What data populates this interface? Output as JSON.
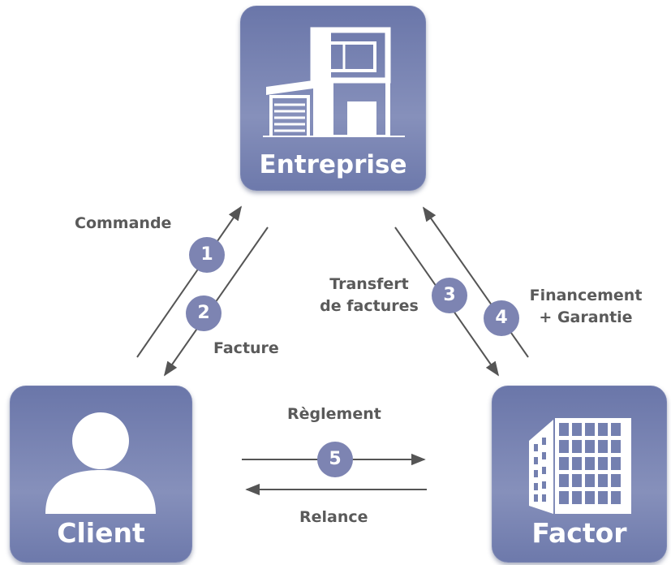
{
  "nodes": {
    "entreprise": {
      "label": "Entreprise",
      "icon": "modern-house-icon"
    },
    "client": {
      "label": "Client",
      "icon": "person-icon"
    },
    "factor": {
      "label": "Factor",
      "icon": "office-building-icon"
    }
  },
  "flows": {
    "commande": {
      "label": "Commande",
      "step": "1"
    },
    "facture": {
      "label": "Facture",
      "step": "2"
    },
    "transfert": {
      "label_line1": "Transfert",
      "label_line2": "de factures",
      "step": "3"
    },
    "financement": {
      "label_line1": "Financement",
      "label_line2": "+ Garantie",
      "step": "4"
    },
    "reglement": {
      "label": "Règlement",
      "step": "5"
    },
    "relance": {
      "label": "Relance"
    }
  },
  "colors": {
    "node_fill": "#7480b0",
    "badge_fill": "#7d84b2",
    "arrow": "#555555",
    "label_text": "#5a5a5a"
  }
}
